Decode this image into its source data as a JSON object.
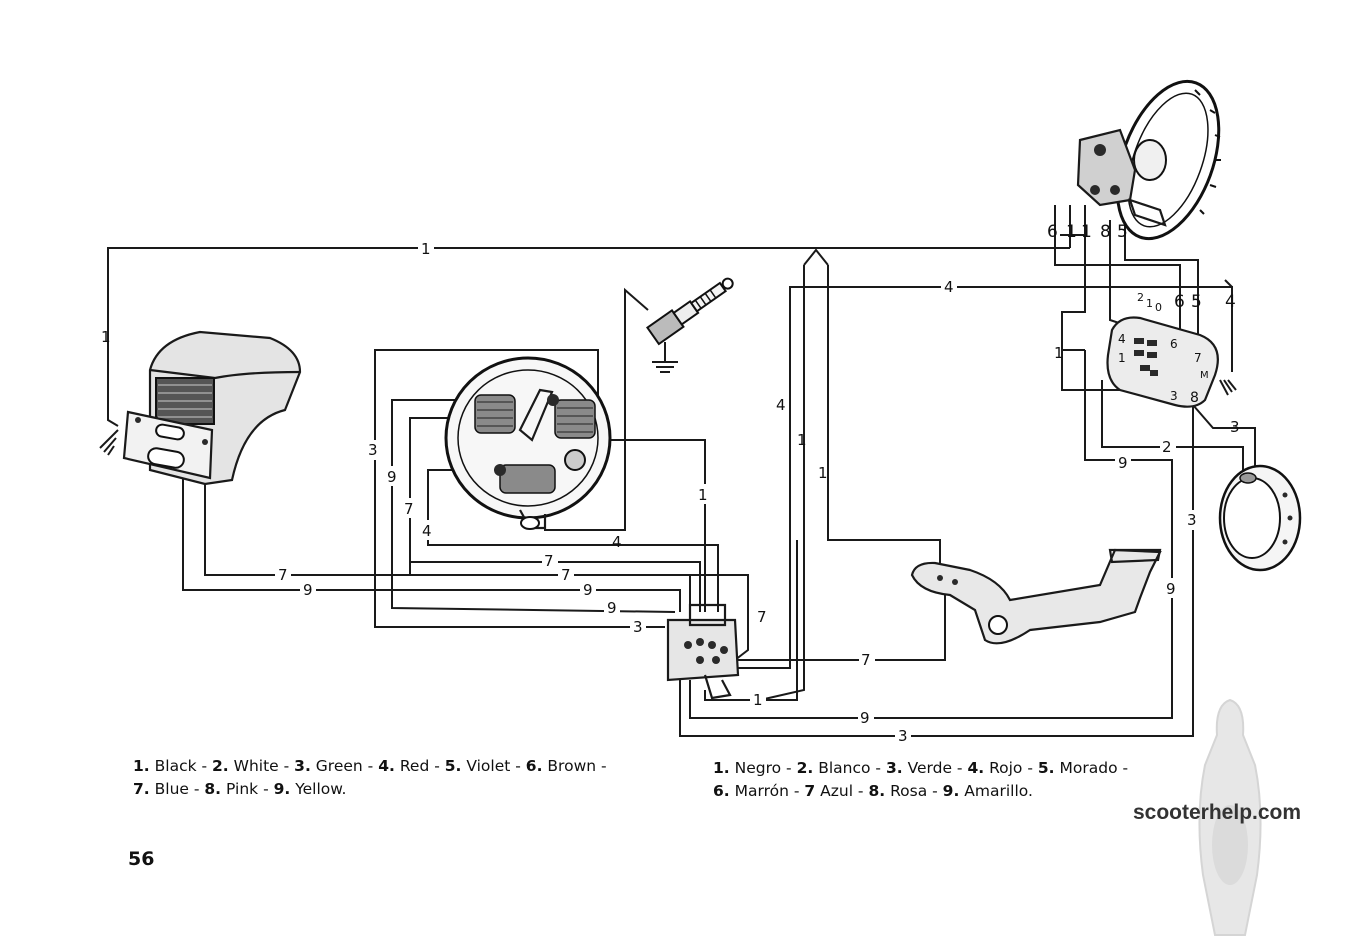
{
  "wire_labels": {
    "w1a": "1",
    "w1b": "1",
    "w4a": "4",
    "w4b": "4",
    "w1c": "1",
    "w1d": "1",
    "w3a": "3",
    "w9a": "9",
    "w7a": "7",
    "w4c": "4",
    "w4d": "4",
    "w1e": "1",
    "w7b": "7",
    "w7c": "7",
    "w9b": "9",
    "w9c": "9",
    "w3b": "3",
    "w7d": "7",
    "w9d": "9",
    "w7e": "7",
    "w7f": "7",
    "w1f": "1",
    "w9e": "9",
    "w3c": "3",
    "w6a": "6",
    "w1g": "1",
    "w1h": "1",
    "w8a": "8",
    "w5a": "5",
    "w6b": "6",
    "w5b": "5",
    "w4e": "4",
    "w1i": "1",
    "w2a": "2",
    "w3d": "3",
    "w9f": "9",
    "w3e": "3",
    "w9g": "9",
    "sw2": "2",
    "sw1": "1",
    "sw0": "0",
    "sw4": "4",
    "sw1b": "1",
    "sw6": "6",
    "sw7": "7",
    "sw3": "3",
    "sw8": "8",
    "swM": "M"
  },
  "legend": {
    "en": [
      {
        "n": "1.",
        "t": "Black"
      },
      {
        "n": "2.",
        "t": "White"
      },
      {
        "n": "3.",
        "t": "Green"
      },
      {
        "n": "4.",
        "t": "Red"
      },
      {
        "n": "5.",
        "t": "Violet"
      },
      {
        "n": "6.",
        "t": "Brown"
      },
      {
        "n": "7.",
        "t": "Blue"
      },
      {
        "n": "8.",
        "t": "Pink"
      },
      {
        "n": "9.",
        "t": "Yellow."
      }
    ],
    "es": [
      {
        "n": "1.",
        "t": "Negro"
      },
      {
        "n": "2.",
        "t": "Blanco"
      },
      {
        "n": "3.",
        "t": "Verde"
      },
      {
        "n": "4.",
        "t": "Rojo"
      },
      {
        "n": "5.",
        "t": "Morado"
      },
      {
        "n": "6.",
        "t": "Marrón"
      },
      {
        "n": "7",
        "t": "Azul"
      },
      {
        "n": "8.",
        "t": "Rosa"
      },
      {
        "n": "9.",
        "t": "Amarillo."
      }
    ]
  },
  "page_number": "56",
  "watermark": "scooterhelp.com"
}
